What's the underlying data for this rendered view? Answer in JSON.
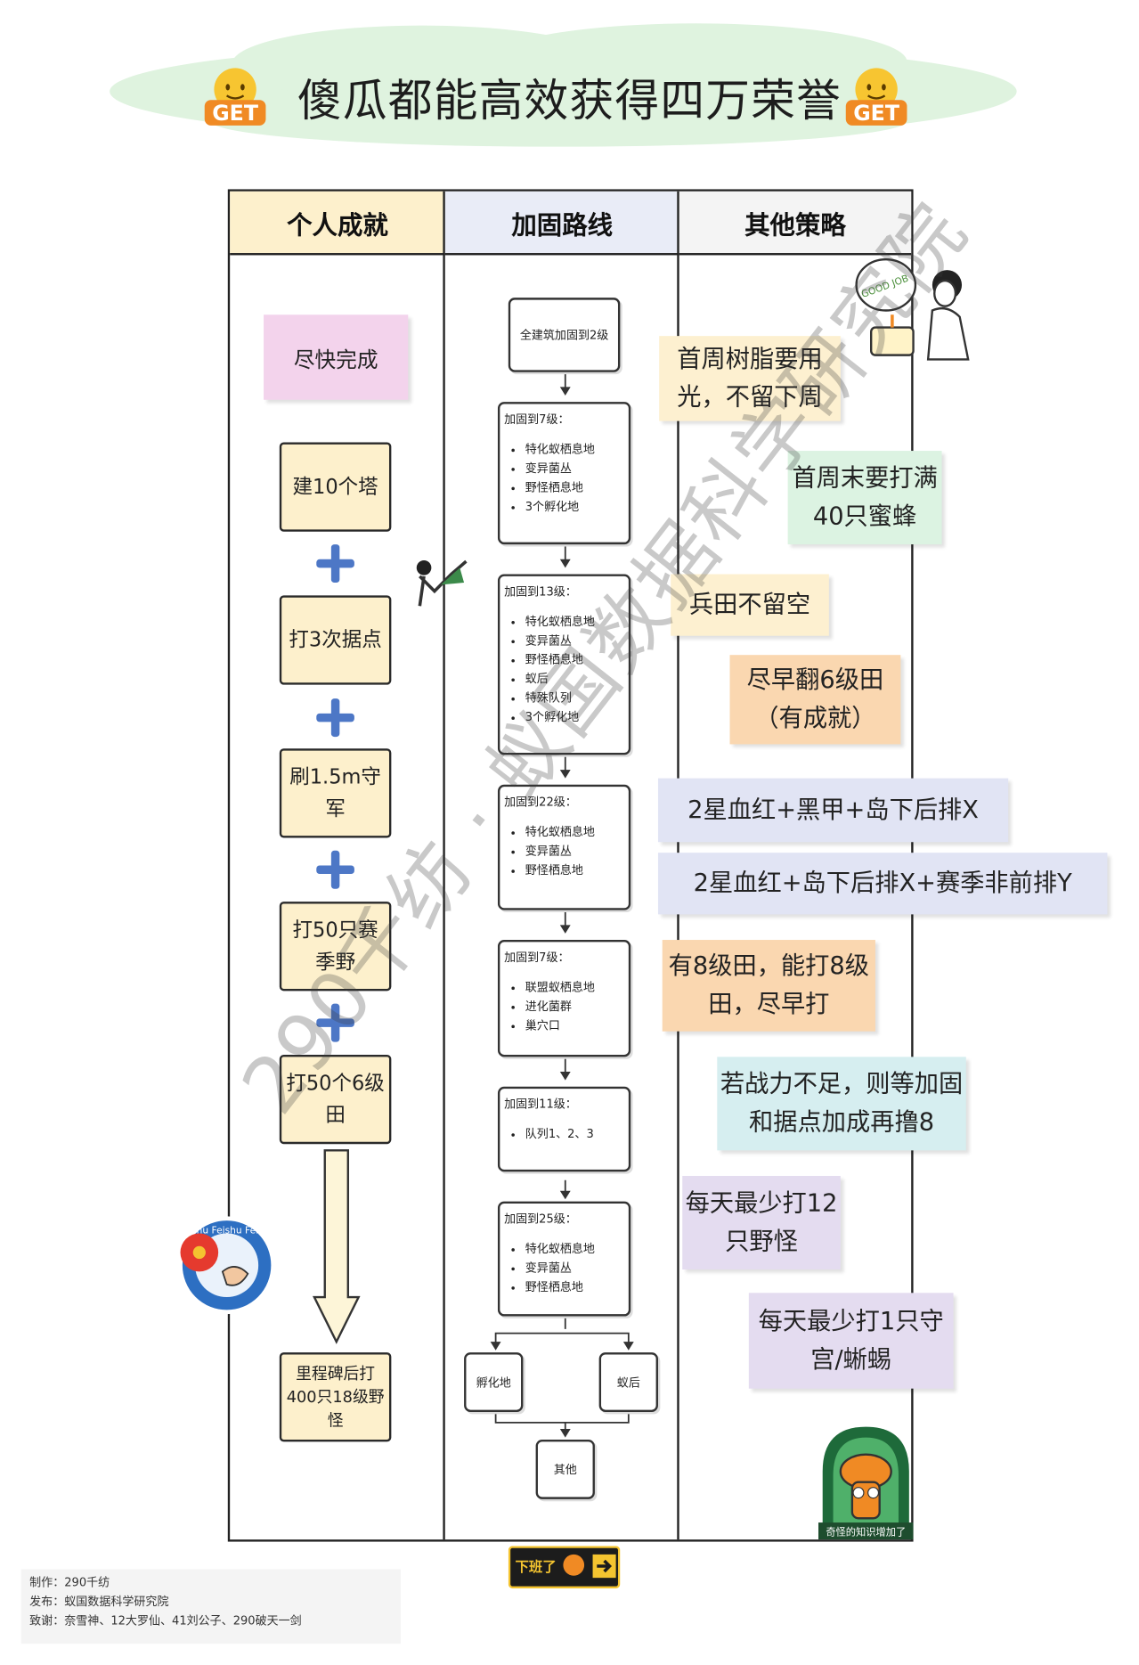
{
  "title": "傻瓜都能高效获得四万荣誉",
  "get_badge_text": "GET",
  "columns": [
    "个人成就",
    "加固路线",
    "其他策略"
  ],
  "achievements": {
    "first": "尽快完成",
    "steps": [
      "建10个塔",
      "打3次据点",
      "刷1.5m守军",
      "打50只赛季野",
      "打50个6级田"
    ],
    "final": "里程碑后打400只18级野怪"
  },
  "route": {
    "start": "全建筑加固到2级",
    "stages": [
      {
        "label": "加固到7级：",
        "items": [
          "特化蚁栖息地",
          "变异菌丛",
          "野怪栖息地",
          "3个孵化地"
        ]
      },
      {
        "label": "加固到13级：",
        "items": [
          "特化蚁栖息地",
          "变异菌丛",
          "野怪栖息地",
          "蚁后",
          "特殊队列",
          "3个孵化地"
        ]
      },
      {
        "label": "加固到22级：",
        "items": [
          "特化蚁栖息地",
          "变异菌丛",
          "野怪栖息地"
        ]
      },
      {
        "label": "加固到7级：",
        "items": [
          "联盟蚁栖息地",
          "进化菌群",
          "巢穴口"
        ]
      },
      {
        "label": "加固到11级：",
        "items": [
          "队列1、2、3"
        ]
      },
      {
        "label": "加固到25级：",
        "items": [
          "特化蚁栖息地",
          "变异菌丛",
          "野怪栖息地"
        ]
      }
    ],
    "branch_left": "孵化地",
    "branch_right": "蚁后",
    "end": "其他"
  },
  "strategies": [
    {
      "text": "首周树脂要用光，不留下周",
      "color": "#fdf0d0"
    },
    {
      "text": "首周末要打满40只蜜蜂",
      "color": "#dcf3e2"
    },
    {
      "text": "兵田不留空",
      "color": "#fdf0d0"
    },
    {
      "text": "尽早翻6级田（有成就）",
      "color": "#fad7b0"
    },
    {
      "text": "2星血红+黑甲+岛下后排X",
      "color": "#e1e4f4"
    },
    {
      "text": "2星血红+岛下后排X+赛季非前排Y",
      "color": "#e1e4f4"
    },
    {
      "text": "有8级田，能打8级田，尽早打",
      "color": "#fad7b0"
    },
    {
      "text": "若战力不足，则等加固和据点加成再撸8",
      "color": "#d6eef0"
    },
    {
      "text": "每天最少打12只野怪",
      "color": "#e4dcf0"
    },
    {
      "text": "每天最少打1只守宫/蜥蜴",
      "color": "#e4dcf0"
    }
  ],
  "stickers": {
    "good_job": "GOOD JOB",
    "feishu": "Feishu Feishu Feishu",
    "xiaban": "下班了",
    "knowledge": "奇怪的知识增加了"
  },
  "watermark": "290千纺 · 蚁国数据科学研究院",
  "credits": [
    "制作：290千纺",
    "发布：蚁国数据科学研究院",
    "致谢：奈雪神、12大罗仙、41刘公子、290破天一剑"
  ]
}
